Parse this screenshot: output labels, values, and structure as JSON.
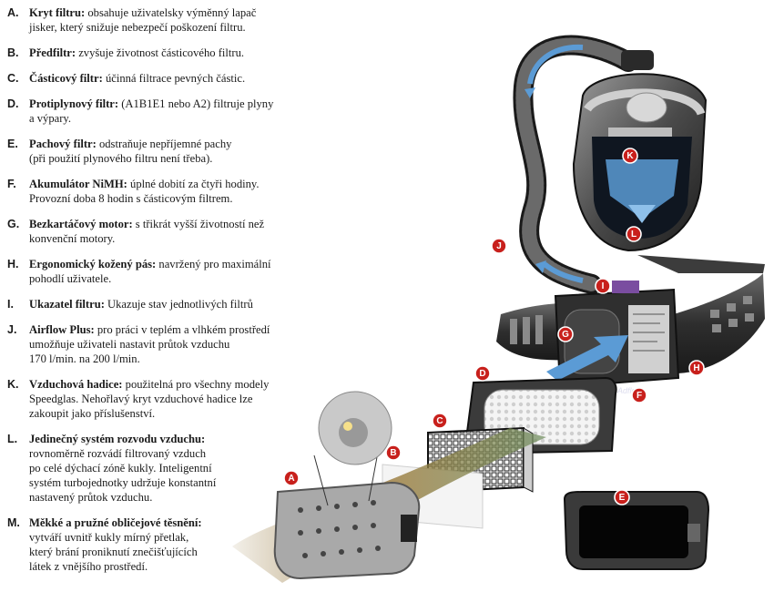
{
  "legend": [
    {
      "letter": "A.",
      "term": "Kryt filtru:",
      "lines": [
        " obsahuje uživatelsky výměnný lapač",
        "jisker, který snižuje nebezpečí poškození filtru."
      ]
    },
    {
      "letter": "B.",
      "term": "Předfiltr:",
      "lines": [
        " zvyšuje životnost částicového filtru."
      ]
    },
    {
      "letter": "C.",
      "term": "Částicový filtr:",
      "lines": [
        " účinná filtrace pevných částic."
      ]
    },
    {
      "letter": "D.",
      "term": "Protiplynový filtr:",
      "lines": [
        " (A1B1E1 nebo A2) filtruje plyny",
        "a výpary."
      ]
    },
    {
      "letter": "E.",
      "term": "Pachový filtr:",
      "lines": [
        " odstraňuje nepříjemné pachy",
        "(při použití plynového filtru není třeba)."
      ]
    },
    {
      "letter": "F.",
      "term": "Akumulátor NiMH:",
      "lines": [
        " úplné dobití za čtyři hodiny.",
        "Provozní doba 8 hodin s částicovým filtrem."
      ]
    },
    {
      "letter": "G.",
      "term": "Bezkartáčový motor:",
      "lines": [
        " s třikrát vyšší životností než",
        "konvenční motory."
      ]
    },
    {
      "letter": "H.",
      "term": "Ergonomický kožený pás:",
      "lines": [
        " navržený pro maximální",
        "pohodlí uživatele."
      ]
    },
    {
      "letter": "I.",
      "term": "Ukazatel filtru:",
      "lines": [
        " Ukazuje stav jednotlivých filtrů"
      ]
    },
    {
      "letter": "J.",
      "term": "Airflow Plus:",
      "lines": [
        " pro práci v teplém a vlhkém prostředí",
        "umožňuje uživateli nastavit průtok vzduchu",
        "170 l/min. na 200 l/min."
      ]
    },
    {
      "letter": "K.",
      "term": "Vzduchová hadice:",
      "lines": [
        " použitelná pro všechny modely",
        "Speedglas. Nehořlavý kryt vzduchové hadice lze",
        "zakoupit jako příslušenství."
      ]
    },
    {
      "letter": "L.",
      "term": "Jedinečný systém rozvodu vzduchu:",
      "lines": [
        "",
        "rovnoměrně rozvádí filtrovaný vzduch",
        "po celé dýchací zóně kukly. Inteligentní",
        "systém turbojednotky udržuje konstantní",
        "nastavený průtok vzduchu."
      ]
    },
    {
      "letter": "M.",
      "term": "Měkké a pružné obličejové těsnění:",
      "lines": [
        "",
        "vytváří uvnitř kukly mírný přetlak,",
        "který brání proniknutí znečišťujících",
        "látek z vnějšího prostředí."
      ]
    }
  ],
  "callouts": [
    "A",
    "B",
    "C",
    "D",
    "E",
    "F",
    "G",
    "H",
    "I",
    "J",
    "K",
    "L"
  ],
  "unit_brand": "Adflo",
  "colors": {
    "callout": "#c8201c",
    "airflow": "#5b9bd5",
    "device": "#2b2b2b",
    "belt": "#3a3a3a"
  }
}
